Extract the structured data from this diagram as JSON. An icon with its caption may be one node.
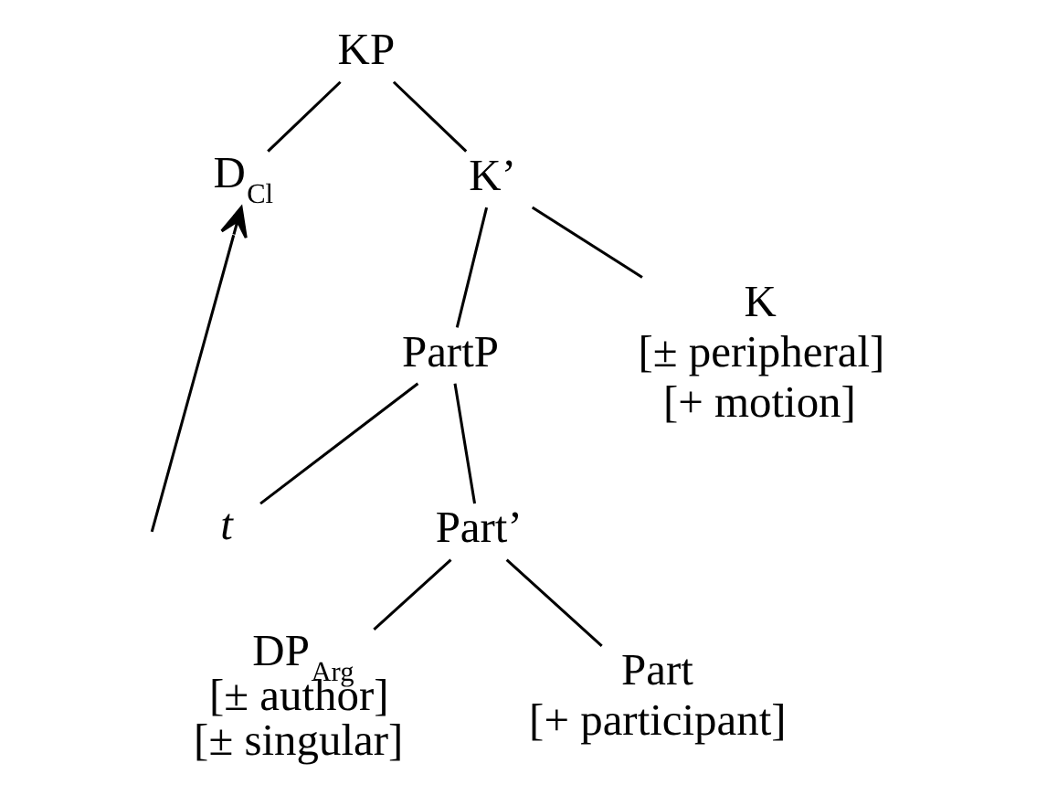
{
  "diagram": {
    "nodes": [
      {
        "text": [
          "KP"
        ]
      },
      {
        "text": [
          "D$_{Cl}$"
        ]
      },
      {
        "text": [
          "K’"
        ]
      },
      {
        "text": [
          "PartP"
        ]
      },
      {
        "text": [
          "K",
          "[± peripheral]",
          "[+ motion]"
        ]
      },
      {
        "text": [
          "t"
        ]
      },
      {
        "text": [
          "Part’"
        ]
      },
      {
        "text": [
          "DP$_{Arg}$",
          "[± author]",
          "[± singular]"
        ]
      },
      {
        "text": [
          "Part",
          "[+ participant]"
        ]
      }
    ],
    "edges": [
      {
        "from": 0,
        "to": 1,
        "arrow": "none"
      },
      {
        "from": 0,
        "to": 2,
        "arrow": "none"
      },
      {
        "from": 2,
        "to": 3,
        "arrow": "none"
      },
      {
        "from": 2,
        "to": 4,
        "arrow": "none"
      },
      {
        "from": 3,
        "to": 5,
        "arrow": "none"
      },
      {
        "from": 3,
        "to": 6,
        "arrow": "none"
      },
      {
        "from": 6,
        "to": 7,
        "arrow": "none"
      },
      {
        "from": 6,
        "to": 8,
        "arrow": "none"
      },
      {
        "from": 5,
        "to": 1,
        "arrow": "to"
      }
    ]
  }
}
